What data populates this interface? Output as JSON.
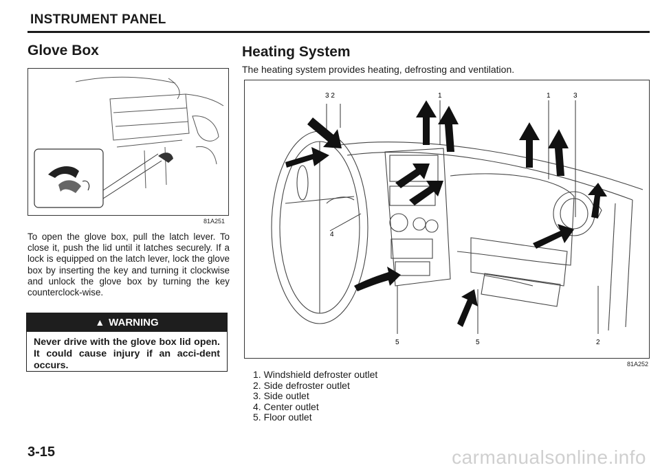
{
  "header": {
    "title": "INSTRUMENT PANEL"
  },
  "glove_box": {
    "title": "Glove Box",
    "figure_code": "81A251",
    "body": "To open the glove box, pull the latch lever. To close it, push the lid until it latches securely. If a lock is equipped on the latch lever, lock the glove box by inserting the key and turning it clockwise and unlock the glove box by turning the key counterclock-wise."
  },
  "warning": {
    "label": "WARNING",
    "text": "Never drive with the glove box lid open. It could cause injury if an acci-dent occurs."
  },
  "heating": {
    "title": "Heating System",
    "intro": "The heating system provides heating, defrosting and ventilation.",
    "figure_code": "81A252",
    "callouts": {
      "top_left": "3 2",
      "top_mid": "1",
      "top_right_a": "1",
      "top_right_b": "3",
      "center": "4",
      "bottom_a": "5",
      "bottom_b": "5",
      "bottom_c": "2"
    },
    "outlets": [
      "1. Windshield defroster outlet",
      "2. Side defroster outlet",
      "3. Side outlet",
      "4. Center outlet",
      "5. Floor outlet"
    ]
  },
  "page_number": "3-15",
  "watermark": "carmanualsonline.info",
  "icons": {
    "warning": "warning-triangle-icon"
  }
}
